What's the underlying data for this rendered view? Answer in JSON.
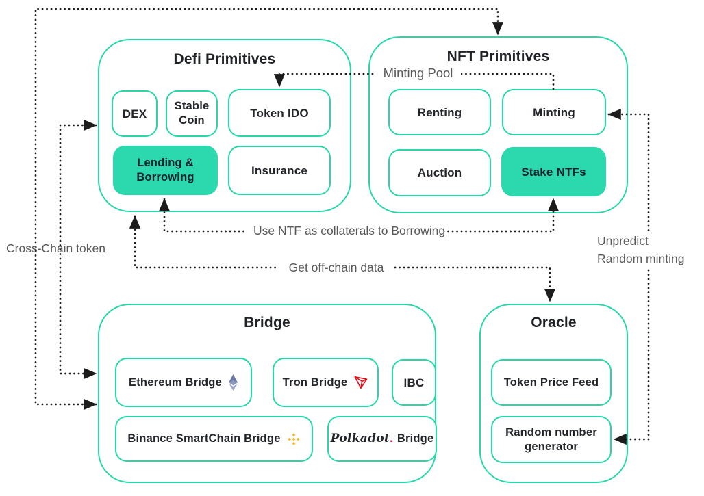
{
  "defi": {
    "title": "Defi Primitives",
    "boxes": [
      {
        "label": "DEX"
      },
      {
        "label": "Stable Coin"
      },
      {
        "label": "Token IDO"
      },
      {
        "label": "Lending & Borrowing"
      },
      {
        "label": "Insurance"
      }
    ]
  },
  "nft": {
    "title": "NFT Primitives",
    "boxes": [
      {
        "label": "Renting"
      },
      {
        "label": "Minting"
      },
      {
        "label": "Auction"
      },
      {
        "label": "Stake NTFs"
      }
    ]
  },
  "bridge": {
    "title": "Bridge",
    "boxes": [
      {
        "label": "Ethereum Bridge",
        "icon": "ethereum-icon"
      },
      {
        "label": "Tron Bridge",
        "icon": "tron-icon"
      },
      {
        "label": "IBC"
      },
      {
        "label": "Binance SmartChain Bridge",
        "icon": "binance-icon"
      },
      {
        "label_script": "Polkadot",
        "label_dot": ".",
        "label_bold": "Bridge"
      }
    ]
  },
  "oracle": {
    "title": "Oracle",
    "boxes": [
      {
        "label": "Token Price Feed"
      },
      {
        "label": "Random number generator"
      }
    ]
  },
  "edges": {
    "minting_pool": "Minting Pool",
    "use_ntf": "Use NTF as collaterals to Borrowing",
    "get_off_chain": "Get off-chain data",
    "cross_chain": "Cross-Chain token",
    "unpredict_1": "Unpredict",
    "unpredict_2": "Random minting"
  },
  "colors": {
    "teal_border": "#26d7a8",
    "teal_fill": "#2cd8ae",
    "text_dark": "#22252a",
    "text_gray": "#595959",
    "line_black": "#1c1c1c",
    "ethereum_top": "#6b79a8",
    "ethereum_bottom": "#9aa6c9",
    "tron_red": "#e50915",
    "binance_gold": "#f2ba30",
    "polkadot_dot": "#d02545"
  }
}
